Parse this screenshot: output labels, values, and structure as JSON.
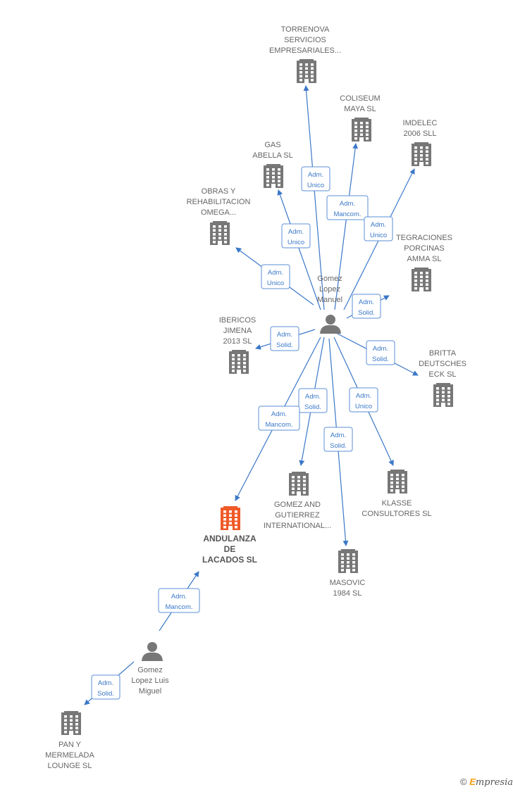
{
  "colors": {
    "edge": "#3b78c8",
    "company": "#777777",
    "highlight": "#f05a28",
    "person": "#777777",
    "label_box_border": "#5b8fd6"
  },
  "icons": {
    "company": "building-icon",
    "person": "person-icon"
  },
  "nodes": [
    {
      "id": "torrenova",
      "type": "company",
      "label": [
        "TORRENOVA",
        "SERVICIOS",
        "EMPRESARIALES..."
      ]
    },
    {
      "id": "coliseum",
      "type": "company",
      "label": [
        "COLISEUM",
        "MAYA  SL"
      ]
    },
    {
      "id": "imdelec",
      "type": "company",
      "label": [
        "IMDELEC",
        "2006 SLL"
      ]
    },
    {
      "id": "gas",
      "type": "company",
      "label": [
        "GAS",
        "ABELLA SL"
      ]
    },
    {
      "id": "obras",
      "type": "company",
      "label": [
        "OBRAS Y",
        "REHABILITACION",
        "OMEGA..."
      ]
    },
    {
      "id": "integraciones",
      "type": "company",
      "label": [
        "TEGRACIONES",
        "PORCINAS",
        "AMMA  SL"
      ]
    },
    {
      "id": "gomez_manuel",
      "type": "person",
      "label": [
        "Gomez",
        "Lopez",
        "Manuel"
      ]
    },
    {
      "id": "ibericos",
      "type": "company",
      "label": [
        "IBERICOS",
        "JIMENA",
        "2013  SL"
      ]
    },
    {
      "id": "britta",
      "type": "company",
      "label": [
        "BRITTA",
        "DEUTSCHES",
        "ECK SL"
      ]
    },
    {
      "id": "gomez_gutierrez",
      "type": "company",
      "label": [
        "GOMEZ AND",
        "GUTIERREZ",
        "INTERNATIONAL..."
      ]
    },
    {
      "id": "klasse",
      "type": "company",
      "label": [
        "KLASSE",
        "CONSULTORES SL"
      ]
    },
    {
      "id": "andulanza",
      "type": "company",
      "highlight": true,
      "label": [
        "ANDULANZA",
        "DE",
        "LACADOS  SL"
      ]
    },
    {
      "id": "masovic",
      "type": "company",
      "label": [
        "MASOVIC",
        "1984 SL"
      ]
    },
    {
      "id": "gomez_luis",
      "type": "person",
      "label": [
        "Gomez",
        "Lopez Luis",
        "Miguel"
      ]
    },
    {
      "id": "pan",
      "type": "company",
      "label": [
        "PAN Y",
        "MERMELADA",
        "LOUNGE SL"
      ]
    }
  ],
  "edges": [
    {
      "from": "gomez_manuel",
      "to": "torrenova",
      "label": [
        "Adm.",
        "Unico"
      ]
    },
    {
      "from": "gomez_manuel",
      "to": "coliseum",
      "label": [
        "Adm.",
        "Mancom."
      ]
    },
    {
      "from": "gomez_manuel",
      "to": "imdelec",
      "label": [
        "Adm.",
        "Unico"
      ]
    },
    {
      "from": "gomez_manuel",
      "to": "gas",
      "label": [
        "Adm.",
        "Unico"
      ]
    },
    {
      "from": "gomez_manuel",
      "to": "obras",
      "label": [
        "Adm.",
        "Unico"
      ]
    },
    {
      "from": "gomez_manuel",
      "to": "integraciones",
      "label": [
        "Adm.",
        "Solid."
      ]
    },
    {
      "from": "gomez_manuel",
      "to": "ibericos",
      "label": [
        "Adm.",
        "Solid."
      ]
    },
    {
      "from": "gomez_manuel",
      "to": "britta",
      "label": [
        "Adm.",
        "Solid."
      ]
    },
    {
      "from": "gomez_manuel",
      "to": "gomez_gutierrez",
      "label": [
        "Adm.",
        "Solid."
      ]
    },
    {
      "from": "gomez_manuel",
      "to": "klasse",
      "label": [
        "Adm.",
        "Unico"
      ]
    },
    {
      "from": "gomez_manuel",
      "to": "andulanza",
      "label": [
        "Adm.",
        "Mancom."
      ]
    },
    {
      "from": "gomez_manuel",
      "to": "masovic",
      "label": [
        "Adm.",
        "Solid."
      ]
    },
    {
      "from": "gomez_luis",
      "to": "andulanza",
      "label": [
        "Adm.",
        "Mancom."
      ]
    },
    {
      "from": "gomez_luis",
      "to": "pan",
      "label": [
        "Adm.",
        "Solid."
      ]
    }
  ],
  "footer": {
    "copyright": "©",
    "brand_initial": "E",
    "brand_rest": "mpresia"
  }
}
